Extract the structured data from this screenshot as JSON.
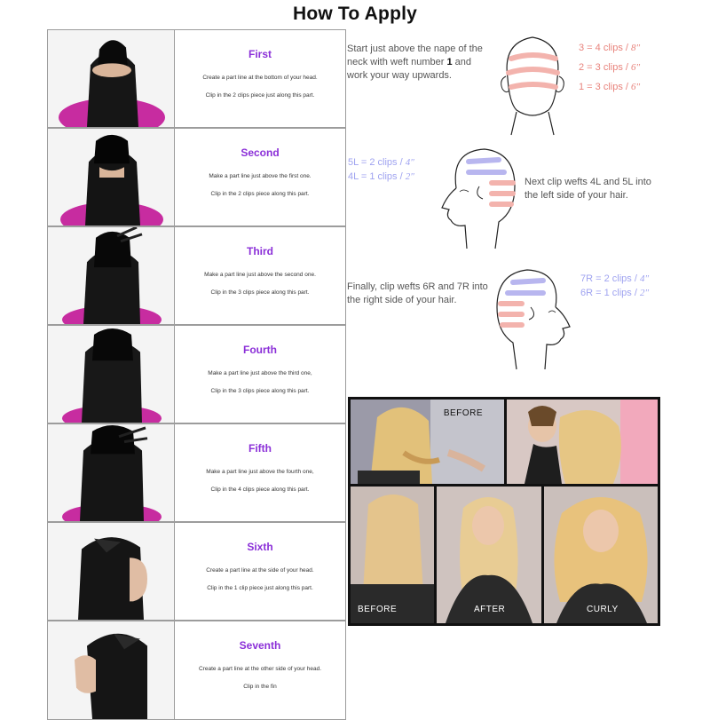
{
  "title": "How To Apply",
  "steps": [
    {
      "title": "First",
      "line1": "Create a part line at the bottom of your head.",
      "line2": "Clip in the 2 clips piece just along this part."
    },
    {
      "title": "Second",
      "line1": "Make a part line just above the first one.",
      "line2": "Clip in the 2 clips piece along this part."
    },
    {
      "title": "Third",
      "line1": "Make a part line just above the second one.",
      "line2": "Clip in the 3 clips piece along this part."
    },
    {
      "title": "Fourth",
      "line1": "Make a part line just above the third one,",
      "line2": "Clip in the 3 clips piece along this part."
    },
    {
      "title": "Fifth",
      "line1": "Make a part line just above the fourth one,",
      "line2": "Clip in the 4 clips piece along this part."
    },
    {
      "title": "Sixth",
      "line1": "Create a part line at the side of your head.",
      "line2": "Clip in the 1 clip piece just along this part."
    },
    {
      "title": "Seventh",
      "line1": "Create a part line at the other side of your head.",
      "line2": "Clip in the fin"
    }
  ],
  "diagram1": {
    "note_part1": "Start just above the nape of the neck with weft number ",
    "note_bold": "1",
    "note_part2": " and work your way upwards.",
    "labels": [
      {
        "text": "3 = 4 clips / ",
        "size": "8″"
      },
      {
        "text": "2 = 3 clips / ",
        "size": "6″"
      },
      {
        "text": "1 = 3 clips / ",
        "size": "6″"
      }
    ]
  },
  "diagram2": {
    "note": "Next clip wefts 4L and 5L into the left side of your hair.",
    "labels": [
      {
        "text": "5L = 2 clips / ",
        "size": "4″"
      },
      {
        "text": "4L = 1 clips / ",
        "size": "2″"
      }
    ]
  },
  "diagram3": {
    "note": "Finally, clip wefts 6R and 7R into the right side of your hair.",
    "labels": [
      {
        "text": "7R = 2 clips / ",
        "size": "4″"
      },
      {
        "text": "6R = 1 clips / ",
        "size": "2″"
      }
    ]
  },
  "photos": {
    "before_top": "BEFORE",
    "before_bottom": "BEFORE",
    "after": "AFTER",
    "curly": "CURLY"
  },
  "colors": {
    "step_title": "#8b2fd8",
    "weft_pink": "#e8837c",
    "weft_blue": "#9fa3f0"
  }
}
